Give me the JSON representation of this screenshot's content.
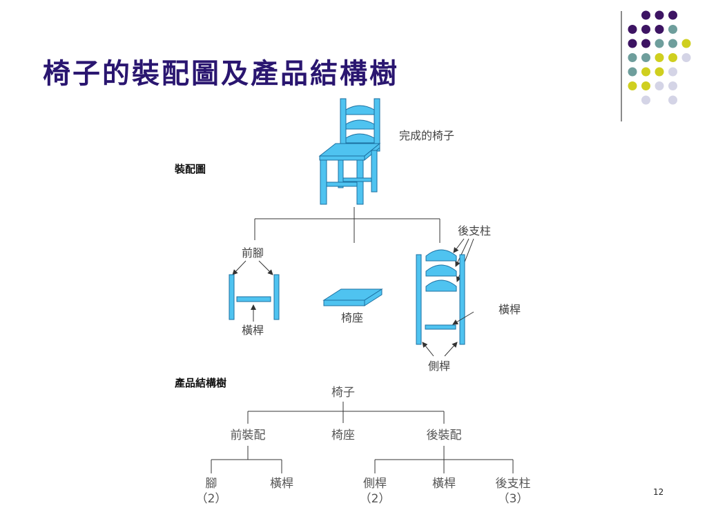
{
  "slide": {
    "title": "椅子的裝配圖及產品結構樹",
    "page_number": "12"
  },
  "assembly": {
    "section_label": "裝配圖",
    "finished_chair": "完成的椅子",
    "front_legs": "前腳",
    "crossbar_front": "橫桿",
    "seat": "椅座",
    "back_slats": "後支柱",
    "crossbar_back": "橫桿",
    "side_bars": "側桿"
  },
  "tree": {
    "section_label": "產品結構樹",
    "root": "椅子",
    "children": [
      {
        "label": "前裝配",
        "children": [
          {
            "label": "腳",
            "qty": "（2）"
          },
          {
            "label": "橫桿",
            "qty": ""
          }
        ]
      },
      {
        "label": "椅座",
        "children": []
      },
      {
        "label": "後裝配",
        "children": [
          {
            "label": "側桿",
            "qty": "（2）"
          },
          {
            "label": "橫桿",
            "qty": ""
          },
          {
            "label": "後支柱",
            "qty": "（3）"
          }
        ]
      }
    ]
  },
  "colors": {
    "title": "#2a1670",
    "part_fill": "#4fc3f0",
    "part_stroke": "#1b6fa0",
    "dot_purple": "#3d1463",
    "dot_teal": "#6e9e9c",
    "dot_yellow": "#cfcf1f",
    "dot_lavender": "#d4d4e6"
  }
}
